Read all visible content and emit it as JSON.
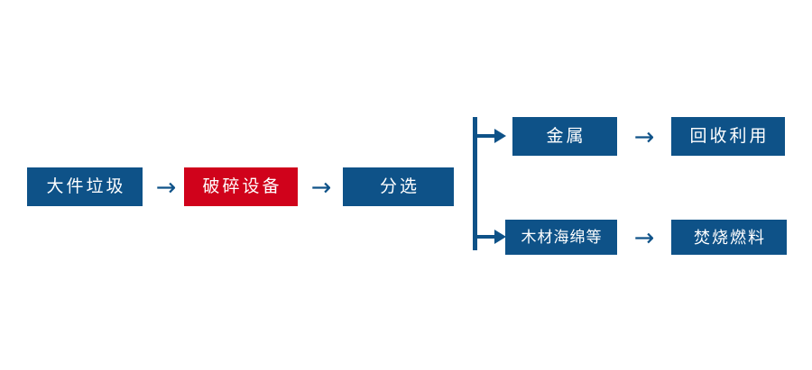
{
  "diagram": {
    "title": "bulky-waste-processing-flow",
    "background": "#ffffff",
    "colors": {
      "primary": "#0e5288",
      "highlight": "#d0021b",
      "text": "#ffffff"
    },
    "main_chain": [
      {
        "id": "bulky-waste",
        "label": "大件垃圾",
        "style": "blue"
      },
      {
        "id": "crushing-equipment",
        "label": "破碎设备",
        "style": "red"
      },
      {
        "id": "sorting",
        "label": "分选",
        "style": "blue"
      }
    ],
    "branches": [
      {
        "id": "metal-branch",
        "nodes": [
          {
            "id": "metal",
            "label": "金属",
            "style": "blue"
          },
          {
            "id": "recycling-reuse",
            "label": "回收利用",
            "style": "blue"
          }
        ]
      },
      {
        "id": "combustible-branch",
        "nodes": [
          {
            "id": "wood-sponge-etc",
            "label": "木材海绵等",
            "style": "blue"
          },
          {
            "id": "incineration-fuel",
            "label": "焚烧燃料",
            "style": "blue"
          }
        ]
      }
    ],
    "connectors": {
      "arrow_glyph": "→",
      "arrow_1_label": "arrow-bulky-waste-to-crushing",
      "arrow_2_label": "arrow-crushing-to-sorting",
      "arrow_3_label": "arrow-metal-to-recycling",
      "arrow_4_label": "arrow-wood-to-incineration",
      "split_label": "branch-split-connector"
    }
  }
}
